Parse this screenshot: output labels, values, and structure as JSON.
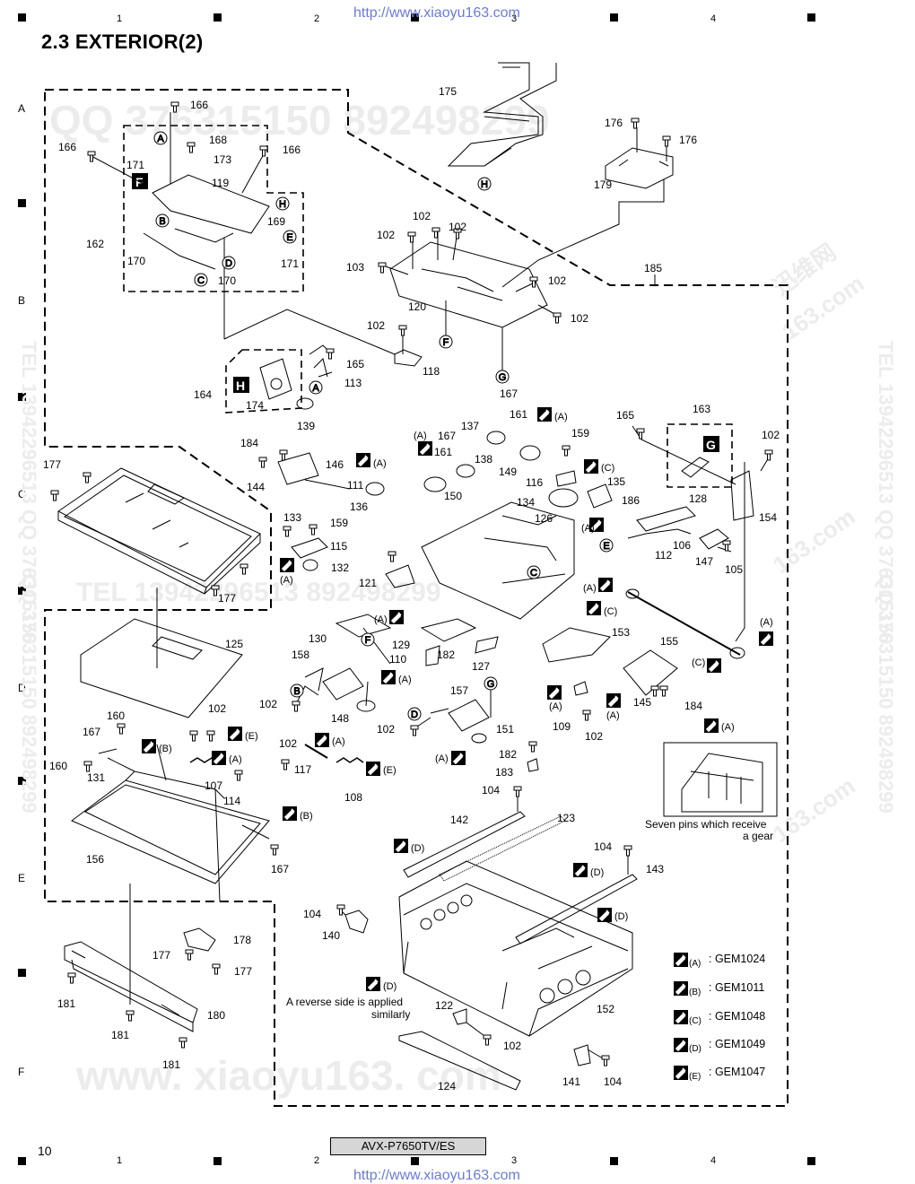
{
  "header": {
    "url": "http://www.xiaoyu163.com",
    "title": "2.3  EXTERIOR(2)"
  },
  "grid": {
    "columns": [
      "1",
      "2",
      "3",
      "4"
    ],
    "rows": [
      "A",
      "B",
      "C",
      "D",
      "E",
      "F"
    ]
  },
  "watermarks": {
    "qq": "QQ 376315150   892498299",
    "tel": "TEL  13942296513   892498299",
    "side_tel": "TEL  13942296513  QQ 376315150",
    "side_qq": "QQ 376315150  892498299",
    "www": "www. xiaoyu163. com",
    "cn1": "迅维网",
    "cn2": "163.com"
  },
  "diagram": {
    "labels": {
      "n102": "102",
      "n103": "103",
      "n104": "104",
      "n105": "105",
      "n106": "106",
      "n107": "107",
      "n108": "108",
      "n109": "109",
      "n110": "110",
      "n111": "111",
      "n112": "112",
      "n113": "113",
      "n114": "114",
      "n115": "115",
      "n116": "116",
      "n117": "117",
      "n118": "118",
      "n119": "119",
      "n120": "120",
      "n121": "121",
      "n122": "122",
      "n123": "123",
      "n124": "124",
      "n125": "125",
      "n126": "126",
      "n127": "127",
      "n128": "128",
      "n129": "129",
      "n130": "130",
      "n131": "131",
      "n132": "132",
      "n133": "133",
      "n134": "134",
      "n135": "135",
      "n136": "136",
      "n137": "137",
      "n138": "138",
      "n139": "139",
      "n140": "140",
      "n141": "141",
      "n142": "142",
      "n143": "143",
      "n144": "144",
      "n145": "145",
      "n146": "146",
      "n147": "147",
      "n148": "148",
      "n149": "149",
      "n150": "150",
      "n151": "151",
      "n152": "152",
      "n153": "153",
      "n154": "154",
      "n155": "155",
      "n156": "156",
      "n157": "157",
      "n158": "158",
      "n159": "159",
      "n160": "160",
      "n161": "161",
      "n162": "162",
      "n163": "163",
      "n164": "164",
      "n165": "165",
      "n166": "166",
      "n167": "167",
      "n168": "168",
      "n169": "169",
      "n170": "170",
      "n171": "171",
      "n173": "173",
      "n174": "174",
      "n175": "175",
      "n176": "176",
      "n177": "177",
      "n178": "178",
      "n179": "179",
      "n180": "180",
      "n181": "181",
      "n182": "182",
      "n183": "183",
      "n184": "184",
      "n185": "185",
      "n186": "186"
    },
    "refs": {
      "A": "A",
      "B": "B",
      "C": "C",
      "D": "D",
      "E": "E",
      "F": "F",
      "G": "G",
      "H": "H"
    },
    "grease": {
      "a": "(A)",
      "b": "(B)",
      "c": "(C)",
      "d": "(D)",
      "e": "(E)"
    },
    "notes": {
      "seven_pins_1": "Seven pins which receive",
      "seven_pins_2": "a gear",
      "reverse_1": "A reverse side is applied",
      "reverse_2": "similarly"
    },
    "legend": [
      {
        "key": "(A)",
        "code": ": GEM1024"
      },
      {
        "key": "(B)",
        "code": ": GEM1011"
      },
      {
        "key": "(C)",
        "code": ": GEM1048"
      },
      {
        "key": "(D)",
        "code": ": GEM1049"
      },
      {
        "key": "(E)",
        "code": ": GEM1047"
      }
    ]
  },
  "footer": {
    "page": "10",
    "model": "AVX-P7650TV/ES",
    "url": "http://www.xiaoyu163.com"
  }
}
